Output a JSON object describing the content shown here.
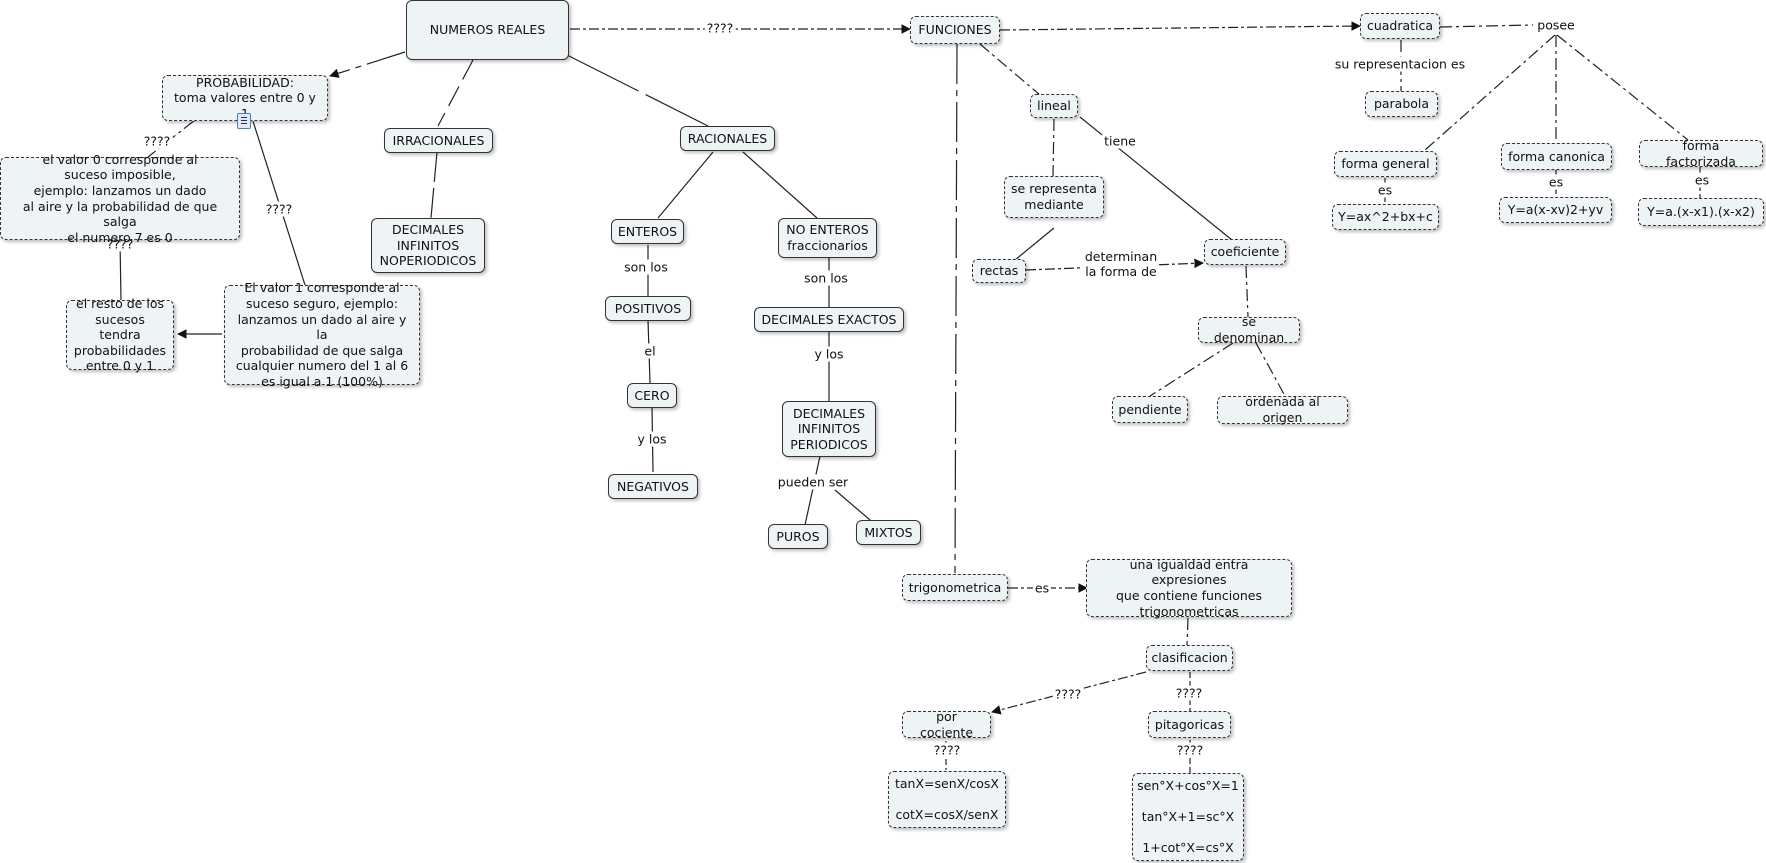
{
  "nodes": {
    "numeros_reales": "NUMEROS REALES",
    "probabilidad": "PROBABILIDAD:\ntoma valores entre 0 y 1",
    "irracionales": "IRRACIONALES",
    "decimales_infinitos_noperiodicos": "DECIMALES\nINFINITOS\nNOPERIODICOS",
    "racionales": "RACIONALES",
    "enteros": "ENTEROS",
    "positivos": "POSITIVOS",
    "cero": "CERO",
    "negativos": "NEGATIVOS",
    "no_enteros": "NO ENTEROS\nfraccionarios",
    "decimales_exactos": "DECIMALES EXACTOS",
    "decimales_infinitos_periodicos": "DECIMALES\nINFINITOS\nPERIODICOS",
    "puros": "PUROS",
    "mixtos": "MIXTOS",
    "valor_cero": "el valor 0 corresponde al\nsuceso imposible,\nejemplo: lanzamos un dado\nal aire y la probabilidad de que salga\nel numero 7 es 0",
    "resto_sucesos": "el resto de los\nsucesos tendra\nprobabilidades\nentre 0 y 1",
    "valor_uno": "El valor 1 corresponde al\nsuceso seguro, ejemplo:\nlanzamos un dado al aire y la\nprobabilidad de que salga\ncualquier numero del 1 al 6\nes igual a 1 (100%)",
    "funciones": "FUNCIONES",
    "lineal": "lineal",
    "se_representa": "se representa\nmediante",
    "rectas": "rectas",
    "coeficiente": "coeficiente",
    "se_denominan": "se denominan",
    "pendiente": "pendiente",
    "ordenada": "ordenada al origen",
    "cuadratica": "cuadratica",
    "parabola": "parabola",
    "forma_general": "forma general",
    "forma_canonica": "forma canonica",
    "forma_factorizada": "forma factorizada",
    "formula_general": "Y=ax^2+bx+c",
    "formula_canonica": "Y=a(x-xv)2+yv",
    "formula_factorizada": "Y=a.(x-x1).(x-x2)",
    "trigonometrica": "trigonometrica",
    "igualdad": "una igualdad entra expresiones\nque contiene funciones\ntrigonometricas",
    "clasificacion": "clasificacion",
    "por_cociente": "por cociente",
    "pitagoricas": "pitagoricas",
    "tan_cot": "tanX=senX/cosX\n\ncotX=cosX/senX",
    "identidades": "sen°X+cos°X=1\n\ntan°X+1=sc°X\n\n1+cot°X=cs°X"
  },
  "links": {
    "q_reales_funciones": "????",
    "q_prob_valor0": "????",
    "q_valor0_resto": "????",
    "q_prob_valor1": "????",
    "son_los_1": "son los",
    "el": "el",
    "y_los_1": "y los",
    "son_los_2": "son los",
    "y_los_2": "y los",
    "pueden_ser": "pueden ser",
    "tiene": "tiene",
    "determinan": "determinan\nla forma de",
    "su_representacion": "su representacion es",
    "posee": "posee",
    "es_1": "es",
    "es_2": "es",
    "es_3": "es",
    "es_trig": "es",
    "q_clasif_cociente": "????",
    "q_clasif_pitagoricas": "????",
    "q_cociente_formulas": "????",
    "q_pitagoricas_formulas": "????"
  }
}
